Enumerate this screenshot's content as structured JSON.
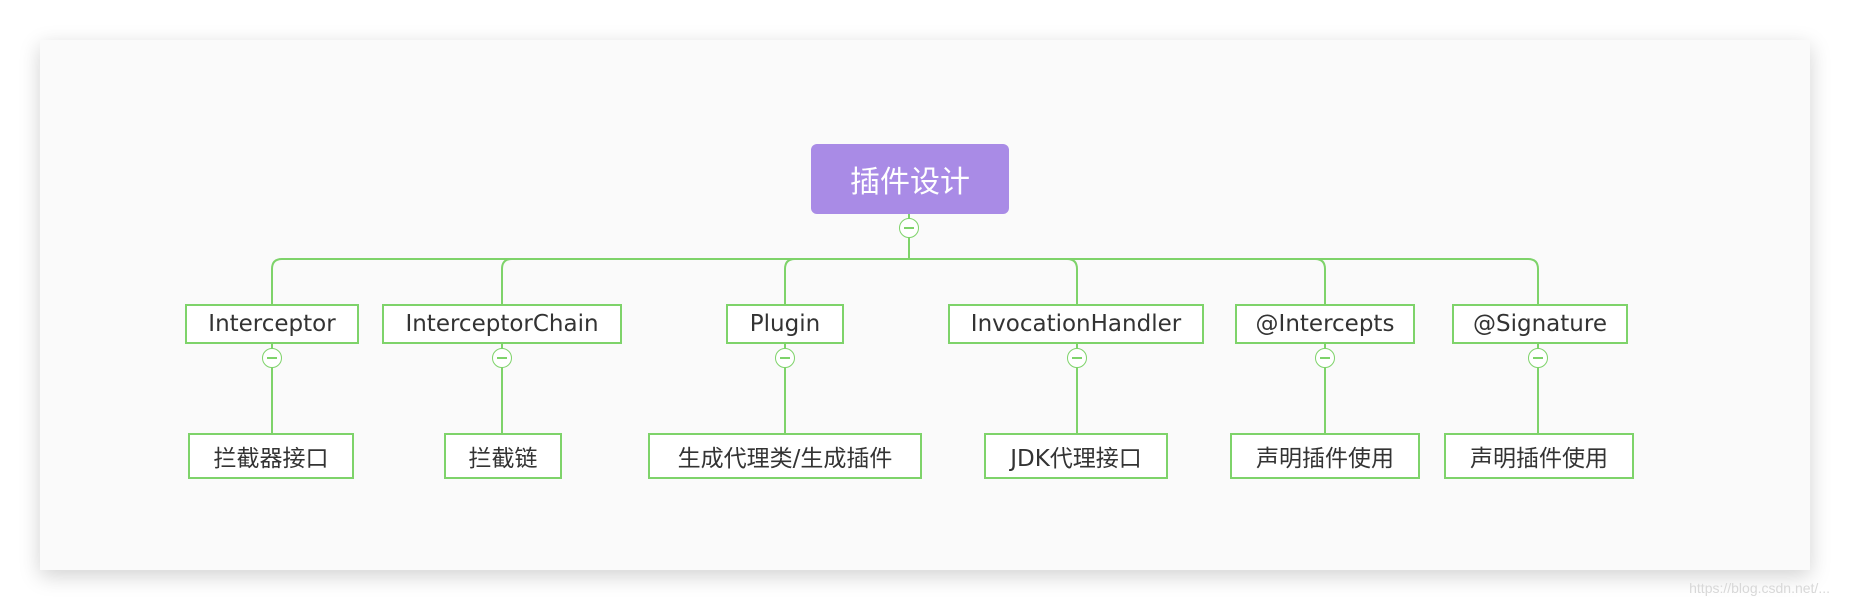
{
  "colors": {
    "root_fill": "#a98be6",
    "line": "#7ed36a",
    "text": "#333333"
  },
  "root": {
    "label": "插件设计"
  },
  "branches": [
    {
      "label": "Interceptor",
      "child": "拦截器接口"
    },
    {
      "label": "InterceptorChain",
      "child": "拦截链"
    },
    {
      "label": "Plugin",
      "child": "生成代理类/生成插件"
    },
    {
      "label": "InvocationHandler",
      "child": "JDK代理接口"
    },
    {
      "label": "@Intercepts",
      "child": "声明插件使用"
    },
    {
      "label": "@Signature",
      "child": "声明插件使用"
    }
  ],
  "icons": {
    "collapse": "collapse-minus-icon"
  },
  "watermark": "https://blog.csdn.net/..."
}
